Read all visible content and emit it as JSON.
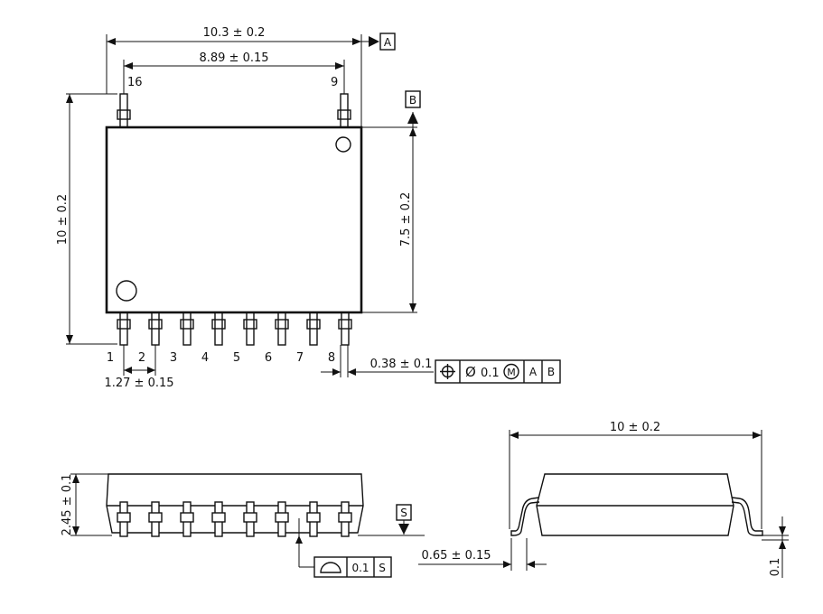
{
  "datums": {
    "a": "A",
    "b": "B",
    "s": "S"
  },
  "top_view": {
    "dim_overall_width": "10.3 ± 0.2",
    "dim_pin_span": "8.89 ± 0.15",
    "dim_overall_length": "10 ± 0.2",
    "dim_body_width": "7.5 ± 0.2",
    "dim_pitch": "1.27 ± 0.15",
    "dim_lead_width": "0.38 ± 0.1",
    "pin_label_16": "16",
    "pin_label_9": "9",
    "bottom_pin_numbers": [
      "1",
      "2",
      "3",
      "4",
      "5",
      "6",
      "7",
      "8"
    ],
    "position_tolerance": {
      "diameter_symbol": "Ø",
      "value": "0.1",
      "modifier": "M",
      "datum_1": "A",
      "datum_2": "B"
    }
  },
  "front_view": {
    "dim_height": "2.45 ± 0.1",
    "flatness": {
      "value": "0.1",
      "datum": "S"
    }
  },
  "side_view": {
    "dim_overall_width": "10 ± 0.2",
    "dim_foot_length": "0.65 ± 0.15",
    "dim_standoff": "0.1"
  },
  "colors": {
    "line": "#111111",
    "background": "#ffffff"
  }
}
